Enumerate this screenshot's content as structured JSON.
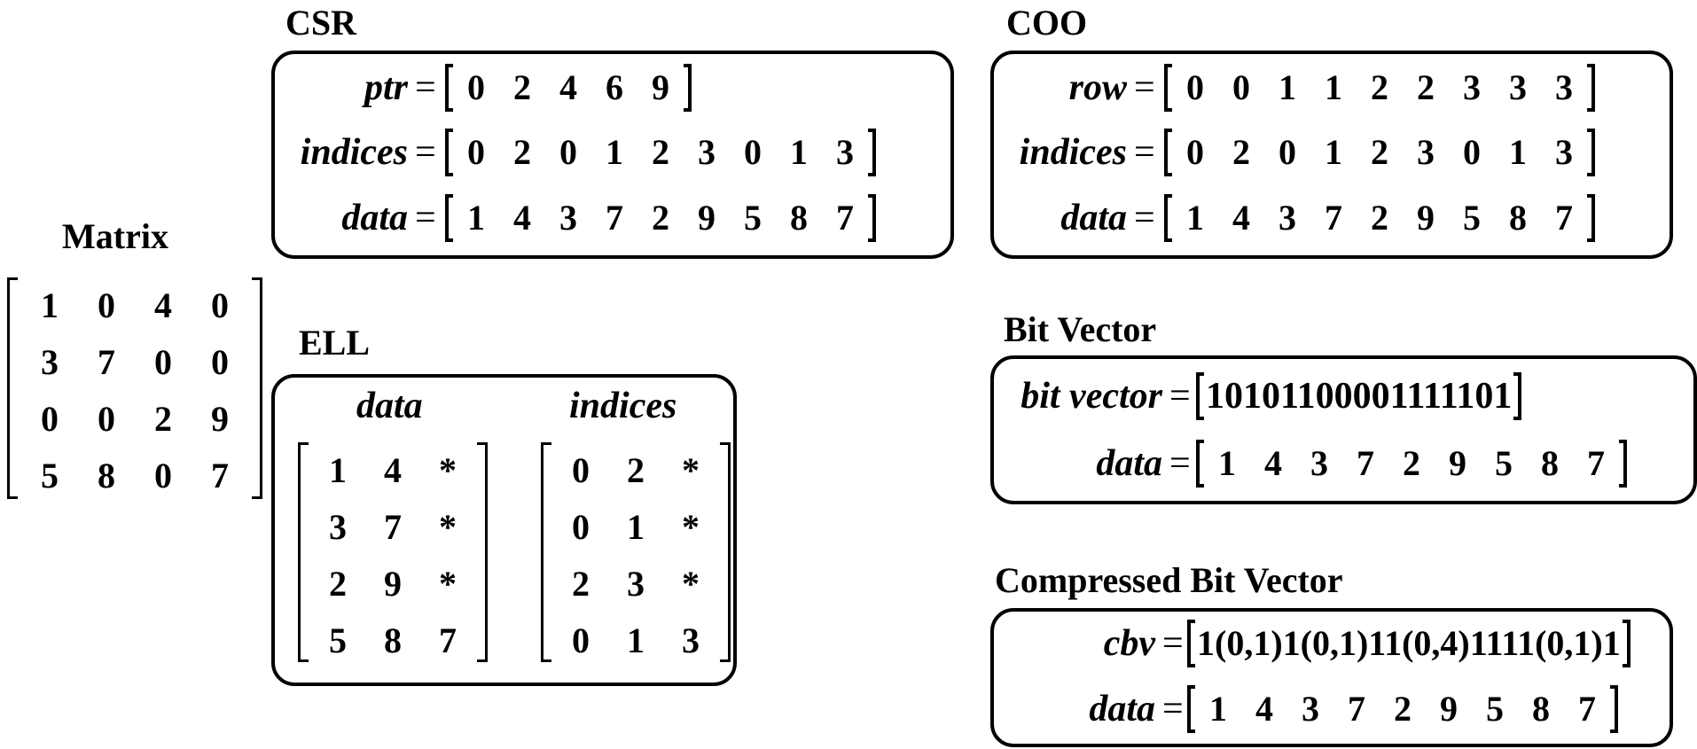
{
  "matrix": {
    "title": "Matrix",
    "rows": [
      [
        "1",
        "0",
        "4",
        "0"
      ],
      [
        "3",
        "7",
        "0",
        "0"
      ],
      [
        "0",
        "0",
        "2",
        "9"
      ],
      [
        "5",
        "8",
        "0",
        "7"
      ]
    ]
  },
  "csr": {
    "title": "CSR",
    "ptr_label": "ptr",
    "ptr": [
      "0",
      "2",
      "4",
      "6",
      "9"
    ],
    "indices_label": "indices",
    "indices": [
      "0",
      "2",
      "0",
      "1",
      "2",
      "3",
      "0",
      "1",
      "3"
    ],
    "data_label": "data",
    "data": [
      "1",
      "4",
      "3",
      "7",
      "2",
      "9",
      "5",
      "8",
      "7"
    ]
  },
  "coo": {
    "title": "COO",
    "row_label": "row",
    "row": [
      "0",
      "0",
      "1",
      "1",
      "2",
      "2",
      "3",
      "3",
      "3"
    ],
    "indices_label": "indices",
    "indices": [
      "0",
      "2",
      "0",
      "1",
      "2",
      "3",
      "0",
      "1",
      "3"
    ],
    "data_label": "data",
    "data": [
      "1",
      "4",
      "3",
      "7",
      "2",
      "9",
      "5",
      "8",
      "7"
    ]
  },
  "ell": {
    "title": "ELL",
    "data_label": "data",
    "data": [
      [
        "1",
        "4",
        "*"
      ],
      [
        "3",
        "7",
        "*"
      ],
      [
        "2",
        "9",
        "*"
      ],
      [
        "5",
        "8",
        "7"
      ]
    ],
    "indices_label": "indices",
    "indices": [
      [
        "0",
        "2",
        "*"
      ],
      [
        "0",
        "1",
        "*"
      ],
      [
        "2",
        "3",
        "*"
      ],
      [
        "0",
        "1",
        "3"
      ]
    ]
  },
  "bitvector": {
    "title": "Bit Vector",
    "bv_label": "bit vector",
    "bv": "10101100001111101",
    "data_label": "data",
    "data": [
      "1",
      "4",
      "3",
      "7",
      "2",
      "9",
      "5",
      "8",
      "7"
    ]
  },
  "cbv": {
    "title": "Compressed Bit Vector",
    "cbv_label": "cbv",
    "cbv": "1(0,1)1(0,1)11(0,4)1111(0,1)1",
    "data_label": "data",
    "data": [
      "1",
      "4",
      "3",
      "7",
      "2",
      "9",
      "5",
      "8",
      "7"
    ]
  },
  "equals": "="
}
